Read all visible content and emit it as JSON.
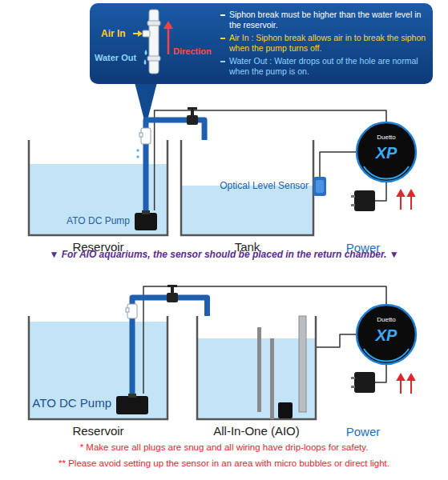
{
  "diagram": {
    "nodes": [
      {
        "text": [
          "Siphon break must be higher than the water level in the reservoir.",
          "Air In : Siphon break allows air in to break the siphon when the pump turns off.",
          "Water Out : Water drops out of the hole are normal when the pump is on."
        ]
      },
      {
        "text": [
          "Reservoir"
        ]
      },
      {
        "text": [
          "ATO DC Pump"
        ],
        "in": 1
      },
      {
        "text": [
          "Tank"
        ]
      },
      {
        "text": [
          "Optical Level Sensor"
        ],
        "in": 3
      },
      {
        "text": [
          "Duetto",
          "XP"
        ]
      },
      {
        "text": [
          "Power"
        ]
      },
      {
        "text": [
          "Reservoir"
        ]
      },
      {
        "text": [
          "ATO DC Pump"
        ],
        "in": 7
      },
      {
        "text": [
          "All-In-One (AIO)"
        ]
      },
      {
        "text": [
          "Duetto",
          "XP"
        ]
      },
      {
        "text": [
          "Power"
        ]
      }
    ],
    "edges": [
      {
        "from": 2,
        "to": 5,
        "arrow": "none"
      },
      {
        "from": 4,
        "to": 5,
        "arrow": "none"
      },
      {
        "from": 6,
        "to": 5,
        "arrow": "none"
      },
      {
        "from": 2,
        "to": 3,
        "arrow": "none"
      },
      {
        "from": 8,
        "to": 10,
        "arrow": "none"
      },
      {
        "from": 9,
        "to": 10,
        "arrow": "none"
      },
      {
        "from": 11,
        "to": 10,
        "arrow": "none"
      },
      {
        "from": 8,
        "to": 9,
        "arrow": "none"
      }
    ],
    "labels": [
      "Air In",
      "Water Out",
      "Direction",
      "▼ For AIO aquariums, the sensor should be placed in the return chamber. ▼",
      "* Make sure all plugs are snug and all wiring have drip-loops for safety.",
      "** Please avoid setting up the sensor in an area with micro bubbles or direct light."
    ]
  }
}
